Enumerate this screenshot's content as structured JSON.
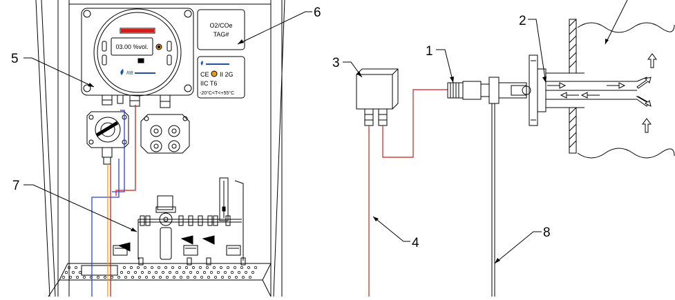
{
  "callouts": [
    "1",
    "2",
    "3",
    "4",
    "5",
    "6",
    "7",
    "8"
  ],
  "display_reading": "03.00 %vol.",
  "tag_plate": {
    "line1": "O2/COe",
    "line2": "TAG#"
  },
  "cert_plate": {
    "line1": "CE",
    "line2": "II 2G",
    "line3": "IIC T6",
    "line4": "-20°C<T<+55°C"
  },
  "colors": {
    "line": "#000000",
    "signal_cable": "#d11f1f",
    "blue_wire": "#2a3fd0",
    "orange_wire": "#e0a020",
    "logo": "#1e4fa0"
  }
}
